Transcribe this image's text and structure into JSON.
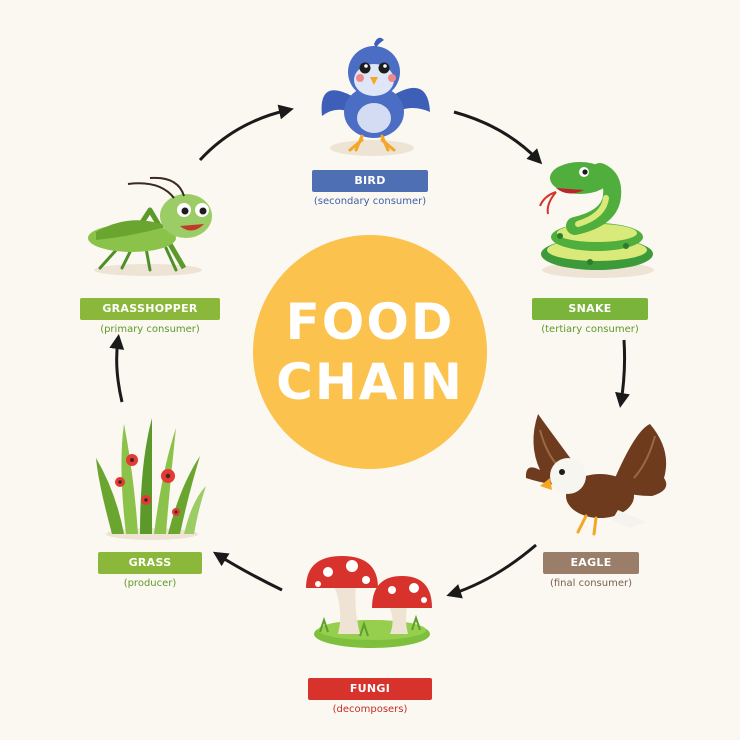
{
  "title": {
    "line1": "FOOD",
    "line2": "CHAIN"
  },
  "colors": {
    "background": "#fbf7f1",
    "center_circle": "#fcc24e",
    "bird": "#4f6fb4",
    "snake": "#7bb43a",
    "eagle": "#9a7e6a",
    "fungi": "#d8322c",
    "grass": "#8bb83a",
    "grasshopper": "#8bb83a"
  },
  "nodes": [
    {
      "id": "bird",
      "name": "BIRD",
      "role": "(secondary consumer)",
      "icon": "bird-icon"
    },
    {
      "id": "snake",
      "name": "SNAKE",
      "role": "(tertiary consumer)",
      "icon": "snake-icon"
    },
    {
      "id": "eagle",
      "name": "EAGLE",
      "role": "(final consumer)",
      "icon": "eagle-icon"
    },
    {
      "id": "fungi",
      "name": "FUNGI",
      "role": "(decomposers)",
      "icon": "mushroom-icon"
    },
    {
      "id": "grass",
      "name": "GRASS",
      "role": "(producer)",
      "icon": "grass-icon"
    },
    {
      "id": "grasshopper",
      "name": "GRASSHOPPER",
      "role": "(primary consumer)",
      "icon": "grasshopper-icon"
    }
  ],
  "flow": [
    {
      "from": "grasshopper",
      "to": "bird"
    },
    {
      "from": "bird",
      "to": "snake"
    },
    {
      "from": "snake",
      "to": "eagle"
    },
    {
      "from": "eagle",
      "to": "fungi"
    },
    {
      "from": "fungi",
      "to": "grass"
    },
    {
      "from": "grass",
      "to": "grasshopper"
    }
  ]
}
